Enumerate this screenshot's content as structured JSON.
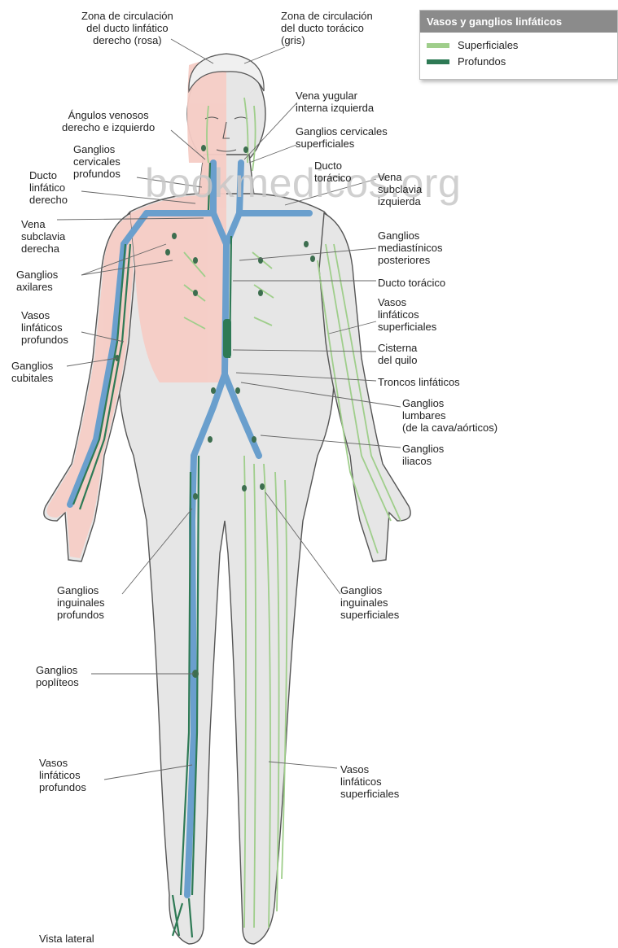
{
  "colors": {
    "skin_gray": "#e6e6e6",
    "skin_pink": "#f6cdc6",
    "superficial_green": "#9fce8b",
    "deep_green": "#2e7a55",
    "vein_blue": "#6a9fcd",
    "legend_header": "#8b8b8b"
  },
  "legend": {
    "title": "Vasos y ganglios linfáticos",
    "items": [
      {
        "label": "Superficiales",
        "color": "#9fce8b"
      },
      {
        "label": "Profundos",
        "color": "#2e7a55"
      }
    ]
  },
  "watermark": "bookmedicos.org",
  "labels": {
    "zona_derecho": "Zona de circulación\ndel ducto linfático\nderecho (rosa)",
    "zona_toracico": "Zona de circulación\ndel ducto torácico\n(gris)",
    "angulos_venosos": "Ángulos venosos\nderecho e izquierdo",
    "ganglios_cervicales_profundos": "Ganglios\ncervicales\nprofundos",
    "ducto_linfatico_derecho": "Ducto\nlinfático\nderecho",
    "vena_subclavia_derecha": "Vena\nsubclavia\nderecha",
    "ganglios_axilares": "Ganglios\naxilares",
    "vasos_profundos_brazo": "Vasos\nlinfáticos\nprofundos",
    "ganglios_cubitales": "Ganglios\ncubitales",
    "vena_yugular": "Vena yugular\ninterna izquierda",
    "ganglios_cervicales_sup": "Ganglios cervicales\nsuperficiales",
    "ducto_toracico_top": "Ducto\ntorácico",
    "vena_subclavia_izq": "Vena\nsubclavia\nizquierda",
    "ganglios_mediastinicos": "Ganglios\nmediastínicos\nposteriores",
    "ducto_toracico": "Ducto torácico",
    "vasos_sup_brazo": "Vasos\nlinfáticos\nsuperficiales",
    "cisterna": "Cisterna\ndel quilo",
    "troncos": "Troncos linfáticos",
    "ganglios_lumbares": "Ganglios\nlumbares\n(de la cava/aórticos)",
    "ganglios_iliacos": "Ganglios\niliacos",
    "inguinales_profundos": "Ganglios\ninguinales\nprofundos",
    "inguinales_superficiales": "Ganglios\ninguinales\nsuperficiales",
    "popliteos": "Ganglios\npoplíteos",
    "vasos_profundos_pierna": "Vasos\nlinfáticos\nprofundos",
    "vasos_sup_pierna": "Vasos\nlinfáticos\nsuperficiales",
    "vista": "Vista lateral"
  }
}
